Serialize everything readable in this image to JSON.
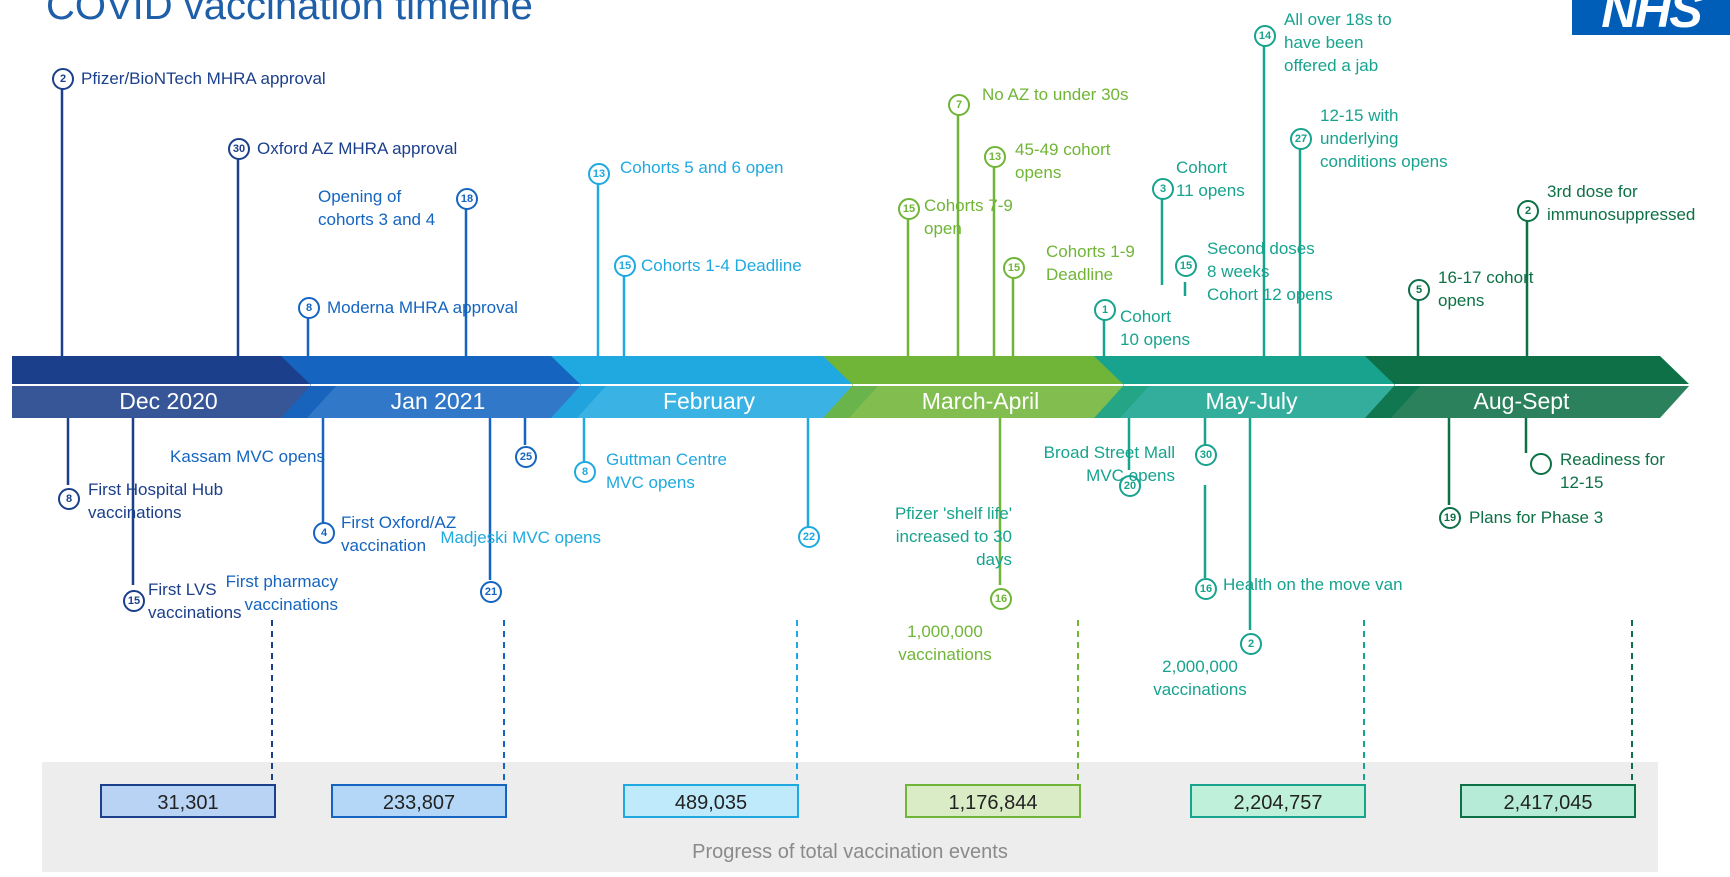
{
  "header": {
    "title": "COVID vaccination timeline",
    "logo_text": "NHS"
  },
  "colors": {
    "dec": "#1b3f8a",
    "jan": "#1565c0",
    "feb": "#1fa9e0",
    "mar": "#70b537",
    "may": "#17a38e",
    "aug": "#0d7046"
  },
  "periods": [
    {
      "label": "Dec 2020"
    },
    {
      "label": "Jan 2021"
    },
    {
      "label": "February"
    },
    {
      "label": "March-April"
    },
    {
      "label": "May-July"
    },
    {
      "label": "Aug-Sept"
    }
  ],
  "events_above": [
    {
      "badge": "2",
      "text": "Pfizer/BioNTech MHRA approval",
      "color": "dec"
    },
    {
      "badge": "30",
      "text": "Oxford AZ MHRA approval",
      "color": "dec"
    },
    {
      "badge": "18",
      "text": "Opening of\ncohorts 3 and 4",
      "color": "jan"
    },
    {
      "badge": "8",
      "text": "Moderna MHRA approval",
      "color": "jan"
    },
    {
      "badge": "13",
      "text": "Cohorts 5 and 6 open",
      "color": "feb"
    },
    {
      "badge": "15",
      "text": "Cohorts 1-4 Deadline",
      "color": "feb"
    },
    {
      "badge": "7",
      "text": "No AZ to under 30s",
      "color": "mar"
    },
    {
      "badge": "13",
      "text": "45-49 cohort\nopens",
      "color": "mar"
    },
    {
      "badge": "15",
      "text": "Cohorts 7-9\nopen",
      "color": "mar"
    },
    {
      "badge": "15",
      "text": "Cohorts 1-9\nDeadline",
      "color": "mar"
    },
    {
      "badge": "14",
      "text": "All over 18s to\nhave been\noffered a jab",
      "color": "may"
    },
    {
      "badge": "27",
      "text": "12-15 with\nunderlying\nconditions opens",
      "color": "may"
    },
    {
      "badge": "3",
      "text": "Cohort\n11 opens",
      "color": "may"
    },
    {
      "badge": "15",
      "text": "Second doses\n8 weeks\nCohort 12 opens",
      "color": "may"
    },
    {
      "badge": "1",
      "text": "Cohort\n10 opens",
      "color": "may"
    },
    {
      "badge": "2",
      "text": "3rd dose for\nimmunosuppressed",
      "color": "aug"
    },
    {
      "badge": "5",
      "text": "16-17 cohort\nopens",
      "color": "aug"
    }
  ],
  "events_below": [
    {
      "badge": "8",
      "text": "First Hospital Hub\nvaccinations",
      "color": "dec"
    },
    {
      "badge": "15",
      "text": "First LVS\nvaccinations",
      "color": "dec"
    },
    {
      "badge": "25",
      "text": "Kassam MVC opens",
      "color": "jan"
    },
    {
      "badge": "4",
      "text": "First Oxford/AZ\nvaccination",
      "color": "jan"
    },
    {
      "badge": "21",
      "text": "First pharmacy\nvaccinations",
      "color": "jan"
    },
    {
      "badge": "8",
      "text": "Guttman Centre\nMVC opens",
      "color": "feb"
    },
    {
      "badge": "22",
      "text": "Madjeski MVC opens",
      "color": "feb"
    },
    {
      "badge": "20",
      "text": "Pfizer 'shelf life'\nincreased to 30\ndays",
      "color": "may"
    },
    {
      "badge": "16",
      "text": "1,000,000\nvaccinations",
      "color": "mar"
    },
    {
      "badge": "30",
      "text": "Broad Street Mall\nMVC opens",
      "color": "may"
    },
    {
      "badge": "16",
      "text": "Health on the move van",
      "color": "may"
    },
    {
      "badge": "2",
      "text": "2,000,000\nvaccinations",
      "color": "may"
    },
    {
      "badge": "",
      "text": "Readiness for\n12-15",
      "color": "aug"
    },
    {
      "badge": "19",
      "text": "Plans for Phase 3",
      "color": "aug"
    }
  ],
  "totals": [
    {
      "value": "31,301",
      "fill": "#b9d3f5"
    },
    {
      "value": "233,807",
      "fill": "#b4d7f7"
    },
    {
      "value": "489,035",
      "fill": "#bfeafb"
    },
    {
      "value": "1,176,844",
      "fill": "#d9ecc6"
    },
    {
      "value": "2,204,757",
      "fill": "#bff0d9"
    },
    {
      "value": "2,417,045",
      "fill": "#b6ecd7"
    }
  ],
  "footer": {
    "progress_label": "Progress of total vaccination events"
  }
}
